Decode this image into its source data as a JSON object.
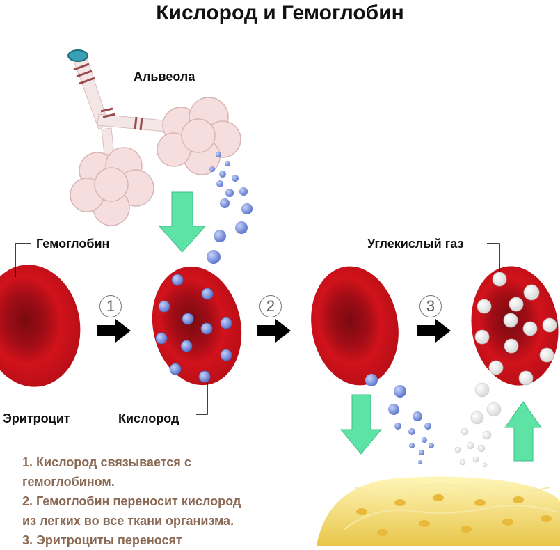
{
  "title": "Кислород и Гемоглобин",
  "labels": {
    "alveola": "Альвеола",
    "hemoglobin": "Гемоглобин",
    "co2": "Углекислый газ",
    "erythrocyte": "Эритроцит",
    "oxygen": "Кислород"
  },
  "steps": [
    "1",
    "2",
    "3"
  ],
  "notes": [
    "1. Кислород связывается с",
    "гемоглобином.",
    "2. Гемоглобин переносит кислород",
    "из легких во все ткани организма.",
    "3. Эритроциты переносят"
  ],
  "colors": {
    "cell_red": "#d1121b",
    "cell_dark": "#8c0a12",
    "oxygen_blue": "#6f86d6",
    "co2_white": "#f2f2f2",
    "arrow_green": "#5ee3a6",
    "alveola_pink": "#f7dede",
    "tissue_yellow": "#f3dc6a",
    "note_text": "#8a6a55"
  },
  "icons": [
    "alveola-icon",
    "bronchus-icon",
    "red-blood-cell-icon",
    "tissue-icon",
    "oxygen-molecule-icon",
    "carbon-dioxide-molecule-icon"
  ]
}
